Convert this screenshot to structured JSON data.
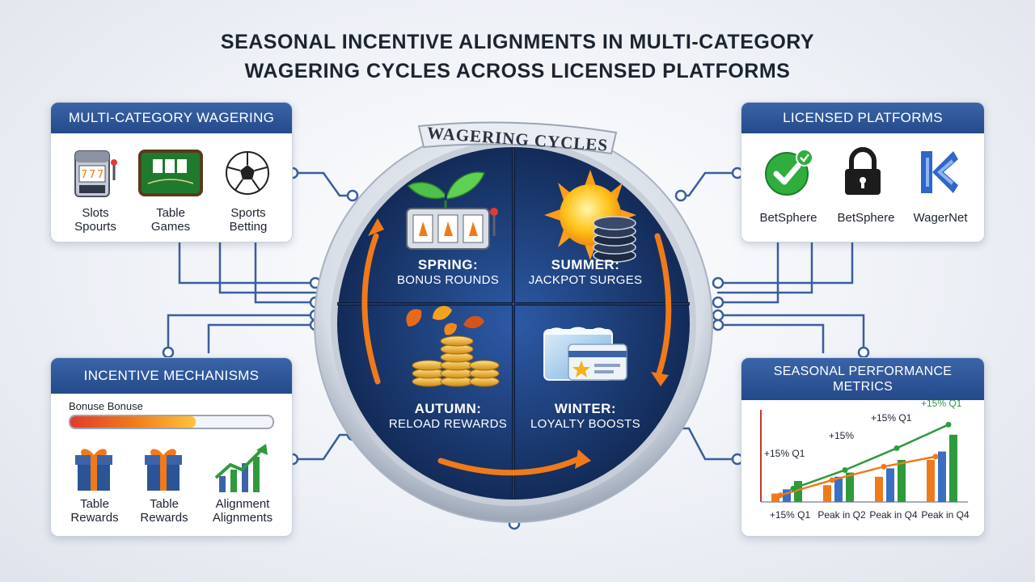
{
  "title": {
    "line1": "SEASONAL INCENTIVE ALIGNMENTS IN MULTI-CATEGORY",
    "line2": "WAGERING CYCLES ACROSS LICENSED PLATFORMS"
  },
  "wagering_panel": {
    "title": "MULTI-CATEGORY WAGERING",
    "items": [
      {
        "line1": "Slots",
        "line2": "Spourts",
        "icon": "slot-machine-icon"
      },
      {
        "line1": "Table",
        "line2": "Games",
        "icon": "card-table-icon"
      },
      {
        "line1": "Sports",
        "line2": "Betting",
        "icon": "soccer-ball-icon"
      }
    ]
  },
  "platforms_panel": {
    "title": "LICENSED PLATFORMS",
    "items": [
      {
        "name": "BetSphere",
        "icon": "check-badge-icon"
      },
      {
        "name": "BetSphere",
        "icon": "padlock-icon"
      },
      {
        "name": "WagerNet",
        "icon": "wagernet-logo-icon"
      }
    ]
  },
  "incentive_panel": {
    "title": "INCENTIVE MECHANISMS",
    "bar_label": "Bonuse Bonuse",
    "bar_progress": 0.62,
    "items": [
      {
        "line1": "Table",
        "line2": "Rewards",
        "icon": "gift-box-icon"
      },
      {
        "line1": "Table",
        "line2": "Rewards",
        "icon": "gift-box-icon"
      },
      {
        "line1": "Alignment",
        "line2": "Alignments",
        "icon": "growth-chart-icon"
      }
    ]
  },
  "metrics_panel": {
    "title_line1": "SEASONAL PERFORMANCE",
    "title_line2": "METRICS",
    "annotations": [
      "+15% Q1",
      "+15%",
      "+15% Q1",
      "+15% Q1"
    ],
    "x_labels": [
      "+15% Q1",
      "Peak in Q2",
      "Peak in Q4",
      "Peak in Q4"
    ]
  },
  "cycle": {
    "banner": "WAGERING CYCLES",
    "seasons": [
      {
        "name": "SPRING:",
        "desc": "BONUS ROUNDS",
        "icon": "sprout-slot-icon"
      },
      {
        "name": "SUMMER:",
        "desc": "JACKPOT SURGES",
        "icon": "sun-chips-icon"
      },
      {
        "name": "AUTUMN:",
        "desc": "RELOAD REWARDS",
        "icon": "leaves-coins-icon"
      },
      {
        "name": "WINTER:",
        "desc": "LOYALTY BOOSTS",
        "icon": "ice-card-icon"
      }
    ]
  },
  "colors": {
    "header_blue": "#2b5496",
    "quadrant_dark": "#17305f",
    "arrow_orange": "#f07a1a",
    "line_blue": "#3a5e9e",
    "bar_green": "#2e9a3c"
  },
  "chart_data": {
    "type": "bar",
    "title": "SEASONAL PERFORMANCE METRICS",
    "categories": [
      "+15% Q1",
      "Peak in Q2",
      "Peak in Q4",
      "Peak in Q4"
    ],
    "series": [
      {
        "values": [
          1,
          2,
          3,
          5
        ],
        "color": "#f07a1a"
      },
      {
        "values": [
          1.5,
          3,
          4,
          6
        ],
        "color": "#3a6fc4"
      },
      {
        "values": [
          2.5,
          3.5,
          5,
          8
        ],
        "color": "#2e9a3c"
      }
    ],
    "lines": [
      {
        "values": [
          0.8,
          2.6,
          4.2,
          5.4
        ],
        "color": "#f07a1a"
      },
      {
        "values": [
          1.6,
          3.8,
          6.4,
          9.2
        ],
        "color": "#2e9a3c"
      }
    ],
    "ylim": [
      0,
      10
    ],
    "grid": false
  }
}
